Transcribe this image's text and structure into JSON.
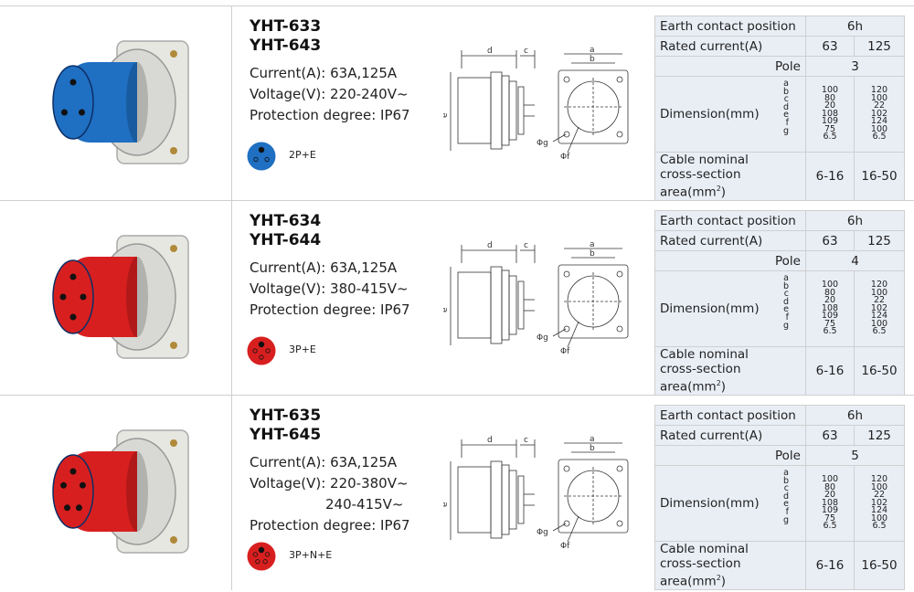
{
  "labels": {
    "earth": "Earth contact position",
    "rated": "Rated current(A)",
    "pole": "Pole",
    "dimension": "Dimension(mm)",
    "cable1": "Cable nominal",
    "cable2": "cross-section area(mm",
    "cable_sup": "2",
    "cable_close": ")"
  },
  "dim_letters": [
    "a",
    "b",
    "c",
    "d",
    "e",
    "f",
    "g"
  ],
  "drawing_labels": {
    "a": "a",
    "b": "b",
    "c": "c",
    "d": "d",
    "e": "e",
    "phig": "Φg",
    "phif": "Φf"
  },
  "colors": {
    "blue": "#1f6fc2",
    "red": "#d81f1f",
    "table_bg": "#e9eef5",
    "border": "#cfcfcf"
  },
  "products": [
    {
      "model1": "YHT-633",
      "model2": "YHT-643",
      "current": "Current(A): 63A,125A",
      "voltage": "Voltage(V): 220-240V~",
      "voltage2": "",
      "protection": "Protection degree: IP67",
      "badge_color": "#1f6fc2",
      "badge_label": "2P+E",
      "pins": 3,
      "earth": "6h",
      "rated_a": "63",
      "rated_b": "125",
      "pole": "3",
      "dims_a": [
        "100",
        "80",
        "20",
        "108",
        "109",
        "75",
        "6.5"
      ],
      "dims_b": [
        "120",
        "100",
        "22",
        "102",
        "124",
        "100",
        "6.5"
      ],
      "cable_a": "6-16",
      "cable_b": "16-50"
    },
    {
      "model1": "YHT-634",
      "model2": "YHT-644",
      "current": "Current(A): 63A,125A",
      "voltage": "Voltage(V): 380-415V~",
      "voltage2": "",
      "protection": "Protection degree: IP67",
      "badge_color": "#d81f1f",
      "badge_label": "3P+E",
      "pins": 4,
      "earth": "6h",
      "rated_a": "63",
      "rated_b": "125",
      "pole": "4",
      "dims_a": [
        "100",
        "80",
        "20",
        "108",
        "109",
        "75",
        "6.5"
      ],
      "dims_b": [
        "120",
        "100",
        "22",
        "102",
        "124",
        "100",
        "6.5"
      ],
      "cable_a": "6-16",
      "cable_b": "16-50"
    },
    {
      "model1": "YHT-635",
      "model2": "YHT-645",
      "current": "Current(A): 63A,125A",
      "voltage": "Voltage(V): 220-380V~",
      "voltage2": "240-415V~",
      "protection": "Protection degree: IP67",
      "badge_color": "#d81f1f",
      "badge_label": "3P+N+E",
      "pins": 5,
      "earth": "6h",
      "rated_a": "63",
      "rated_b": "125",
      "pole": "5",
      "dims_a": [
        "100",
        "80",
        "20",
        "108",
        "109",
        "75",
        "6.5"
      ],
      "dims_b": [
        "120",
        "100",
        "22",
        "102",
        "124",
        "100",
        "6.5"
      ],
      "cable_a": "6-16",
      "cable_b": "16-50"
    }
  ]
}
